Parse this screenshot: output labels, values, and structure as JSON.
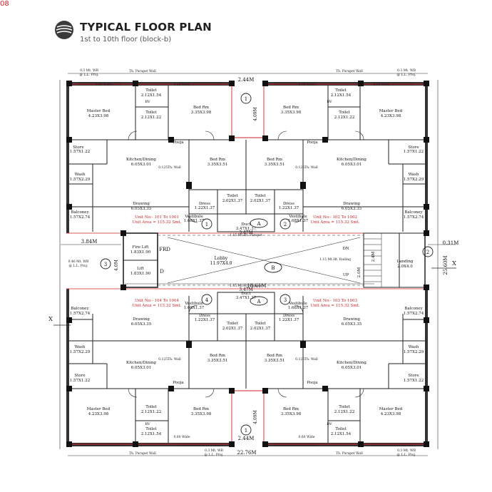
{
  "page_number": "08",
  "header": {
    "title": "TYPICAL FLOOR PLAN",
    "subtitle": "1st to 10th floor (block-b)"
  },
  "units": {
    "u1": {
      "line1": "Unit No:- 101 To 1001",
      "line2": "Unit Area = 115.32 Smt."
    },
    "u2": {
      "line1": "Unit No:- 102 To 1002",
      "line2": "Unit Area = 115.32 Smt."
    },
    "u3": {
      "line1": "Unit No:- 103 To 1003",
      "line2": "Unit Area = 115.32 Smt."
    },
    "u4": {
      "line1": "Unit No:- 104 To 1004",
      "line2": "Unit Area = 115.32 Smt."
    }
  },
  "rooms": {
    "master_bed": "Master Bed",
    "master_bed_dim": "4.23X3.98",
    "toilet": "Toilet",
    "toilet_dim_a": "2.12X1.54",
    "toilet_dim_b": "2.12X1.22",
    "toilet_dim_c": "2.02X1.37",
    "bed_rm": "Bed Rm",
    "bed_dim_a": "3.35X3.98",
    "bed_dim_b": "3.35X3.51",
    "store": "Store",
    "store_dim": "1.57X1.22",
    "kitchen": "Kitchen/Dining",
    "kitchen_dim": "6.05X3.01",
    "wash": "Wash",
    "wash_dim": "1.57X2.29",
    "drawing": "Drawing",
    "drawing_dim": "6.05X3.35",
    "balcony": "Balconey",
    "balcony_dim": "1.57X2.74",
    "pooja": "Pooja",
    "dress": "Dress",
    "dress_dim": "1.22X1.37",
    "vestibule": "Vestibule",
    "vestibule_dim": "1.68X1.37",
    "duct": "Duct",
    "duct_dim": "3.47X1.37",
    "fire_lift": "Fire Lift",
    "fire_lift_dim": "1.83X1.90",
    "lift": "Lift",
    "lift_dim": "1.83X1.90",
    "frd": "FRD",
    "lobby": "Lobby",
    "lobby_dim": "11.97X4.0",
    "landing": "Landing",
    "landing_dim": "2.0X4.0",
    "dn": "DN",
    "up": "UP",
    "bv": "BV"
  },
  "dimensions": {
    "d244": "2.44M",
    "d409": "4.09M",
    "d347": "3.47M",
    "d384": "3.84M",
    "d40": "4.0M",
    "d1861": "18.61M",
    "d031": "0.31M",
    "d2560": "25.60M",
    "d2276": "22.76M",
    "d24": "2.4M",
    "d20": "2.0M",
    "d137": "1.37M"
  },
  "notes": {
    "ms_railing": "1.15 Mt.Ht. Railing",
    "ms_parapet": "1.15 Mt.Ht. Parapet",
    "wb": "0.3 Mt. WB",
    "ll_proj": "@ L.L. Proj.",
    "pwall": "0.60 Wide",
    "shwall": "0.125Th. Wall",
    "parapet_wall": "Th. Parapet Wall",
    "wb2": "0.46 Mt. WB"
  },
  "markers": {
    "one": "1",
    "two": "2",
    "three": "3",
    "four": "4",
    "A": "A",
    "B": "B",
    "D": "D",
    "X": "X"
  }
}
